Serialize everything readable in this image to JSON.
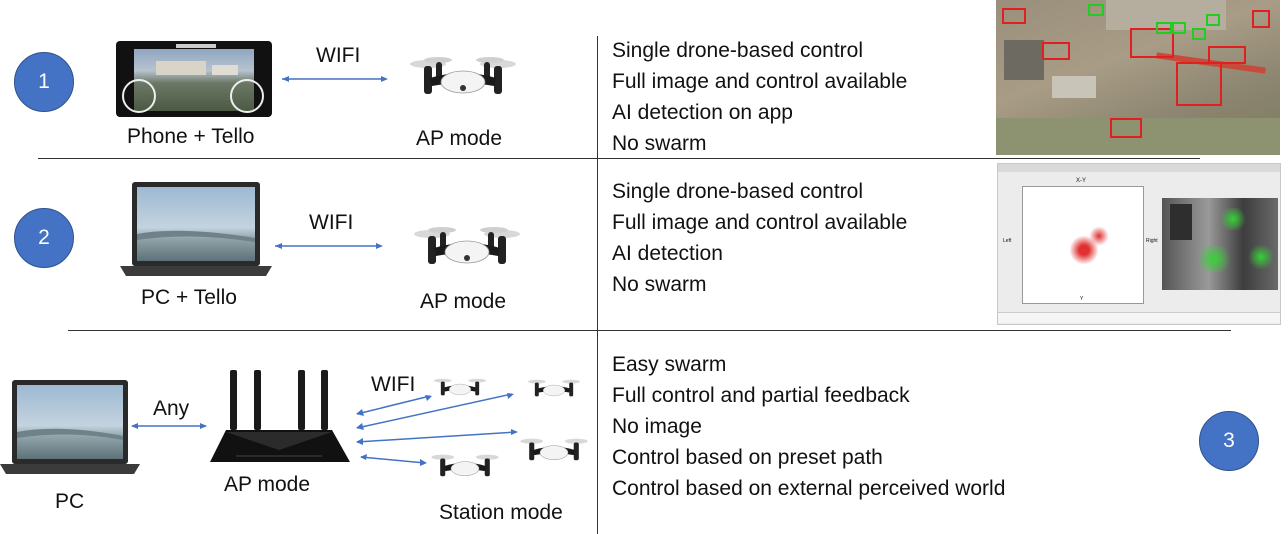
{
  "rows": [
    {
      "number": "1",
      "device_label": "Phone + Tello",
      "link_label": "WIFI",
      "drone_label": "AP mode",
      "features": [
        "Single drone-based control",
        "Full image and control available",
        "AI detection on app",
        "No swarm"
      ]
    },
    {
      "number": "2",
      "device_label": "PC + Tello",
      "link_label": "WIFI",
      "drone_label": "AP mode",
      "features": [
        "Single drone-based control",
        "Full image and control available",
        "AI detection",
        "No swarm"
      ]
    },
    {
      "number": "3",
      "pc_label": "PC",
      "any_label": "Any",
      "router_label": "AP mode",
      "link_label": "WIFI",
      "drones_label": "Station mode",
      "features": [
        "Easy swarm",
        "Full control and partial feedback",
        "No image",
        "Control based on preset path",
        "Control based on external perceived world"
      ]
    }
  ],
  "viewer": {
    "plot_title": "X-Y",
    "plot_xlabel": "Y",
    "left_button": "Left",
    "right_button": "Right"
  },
  "colors": {
    "badge": "#4472c4",
    "arrow": "#4472c4",
    "detection_box_red": "#e02020",
    "detection_box_green": "#22cc22"
  }
}
